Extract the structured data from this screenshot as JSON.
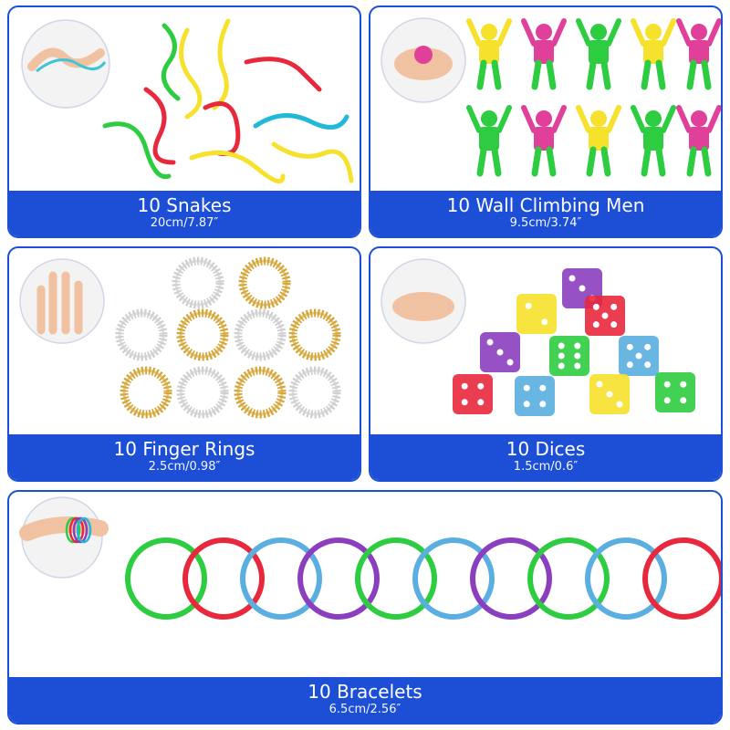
{
  "cards": {
    "snakes": {
      "title": "10 Snakes",
      "size": "20cm/7.87″"
    },
    "climbers": {
      "title": "10 Wall Climbing Men",
      "size": "9.5cm/3.74″"
    },
    "rings": {
      "title": "10 Finger Rings",
      "size": "2.5cm/0.98″"
    },
    "dice": {
      "title": "10 Dices",
      "size": "1.5cm/0.6″"
    },
    "bracelets": {
      "title": "10 Bracelets",
      "size": "6.5cm/2.56″"
    }
  },
  "colors": {
    "accent": "#1d4fd6",
    "green": "#2ecc40",
    "red": "#e8283c",
    "blue": "#5aaee0",
    "purple": "#8b3fbf",
    "yellow": "#f6e12c",
    "gold": "#d4a537",
    "silver": "#cfcfcf",
    "cyan": "#22b8d8",
    "pink": "#e0409a"
  }
}
